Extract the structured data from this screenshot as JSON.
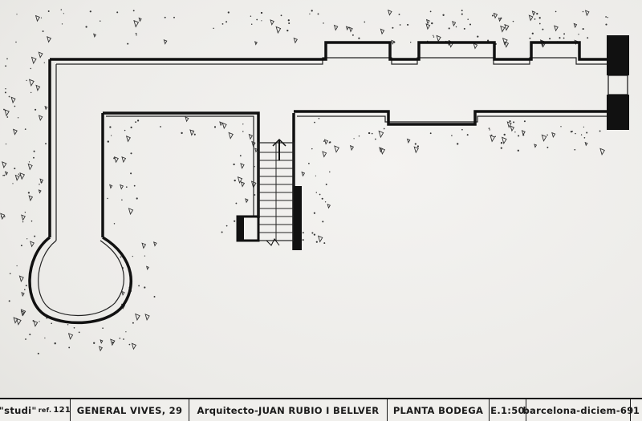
{
  "title_block": {
    "studio": "\"studi\"",
    "ref_label": "ref.",
    "ref_number": "121",
    "address": "GENERAL VIVES, 29",
    "architect": "Arquitecto-JUAN RUBIO I BELLVER",
    "drawing_title": "PLANTA BODEGA",
    "scale": "E.1:50",
    "place_date": "barcelona-diciem-69",
    "sheet_number": "1"
  }
}
